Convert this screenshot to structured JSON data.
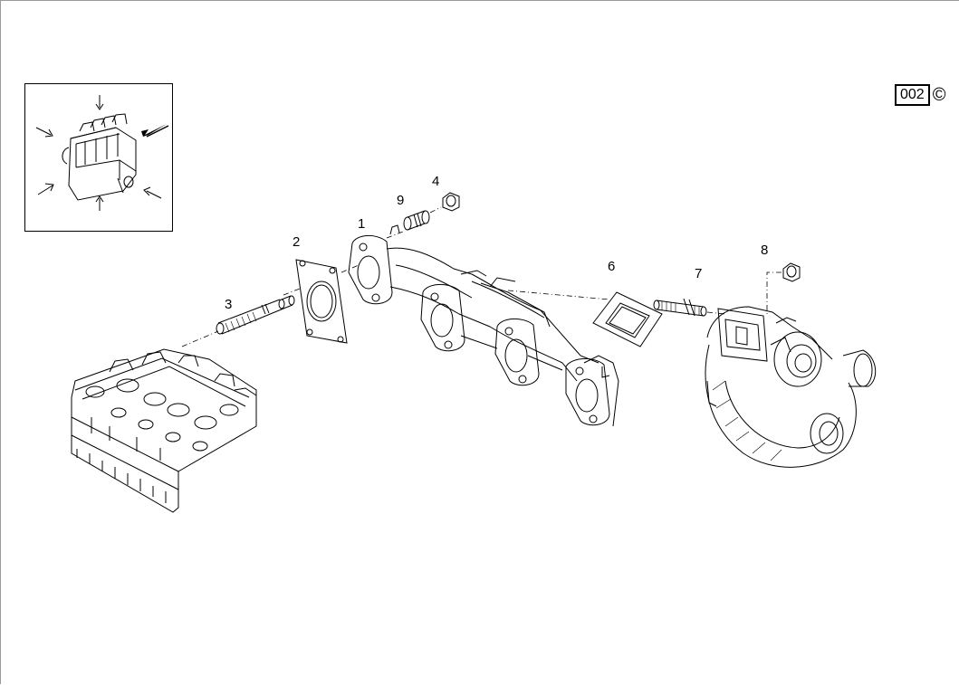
{
  "page_code": "002",
  "copyright_symbol": "©",
  "callouts": [
    {
      "id": "1",
      "label": "1"
    },
    {
      "id": "2",
      "label": "2"
    },
    {
      "id": "3",
      "label": "3"
    },
    {
      "id": "4",
      "label": "4"
    },
    {
      "id": "6",
      "label": "6"
    },
    {
      "id": "7",
      "label": "7"
    },
    {
      "id": "8",
      "label": "8"
    },
    {
      "id": "9",
      "label": "9"
    }
  ]
}
